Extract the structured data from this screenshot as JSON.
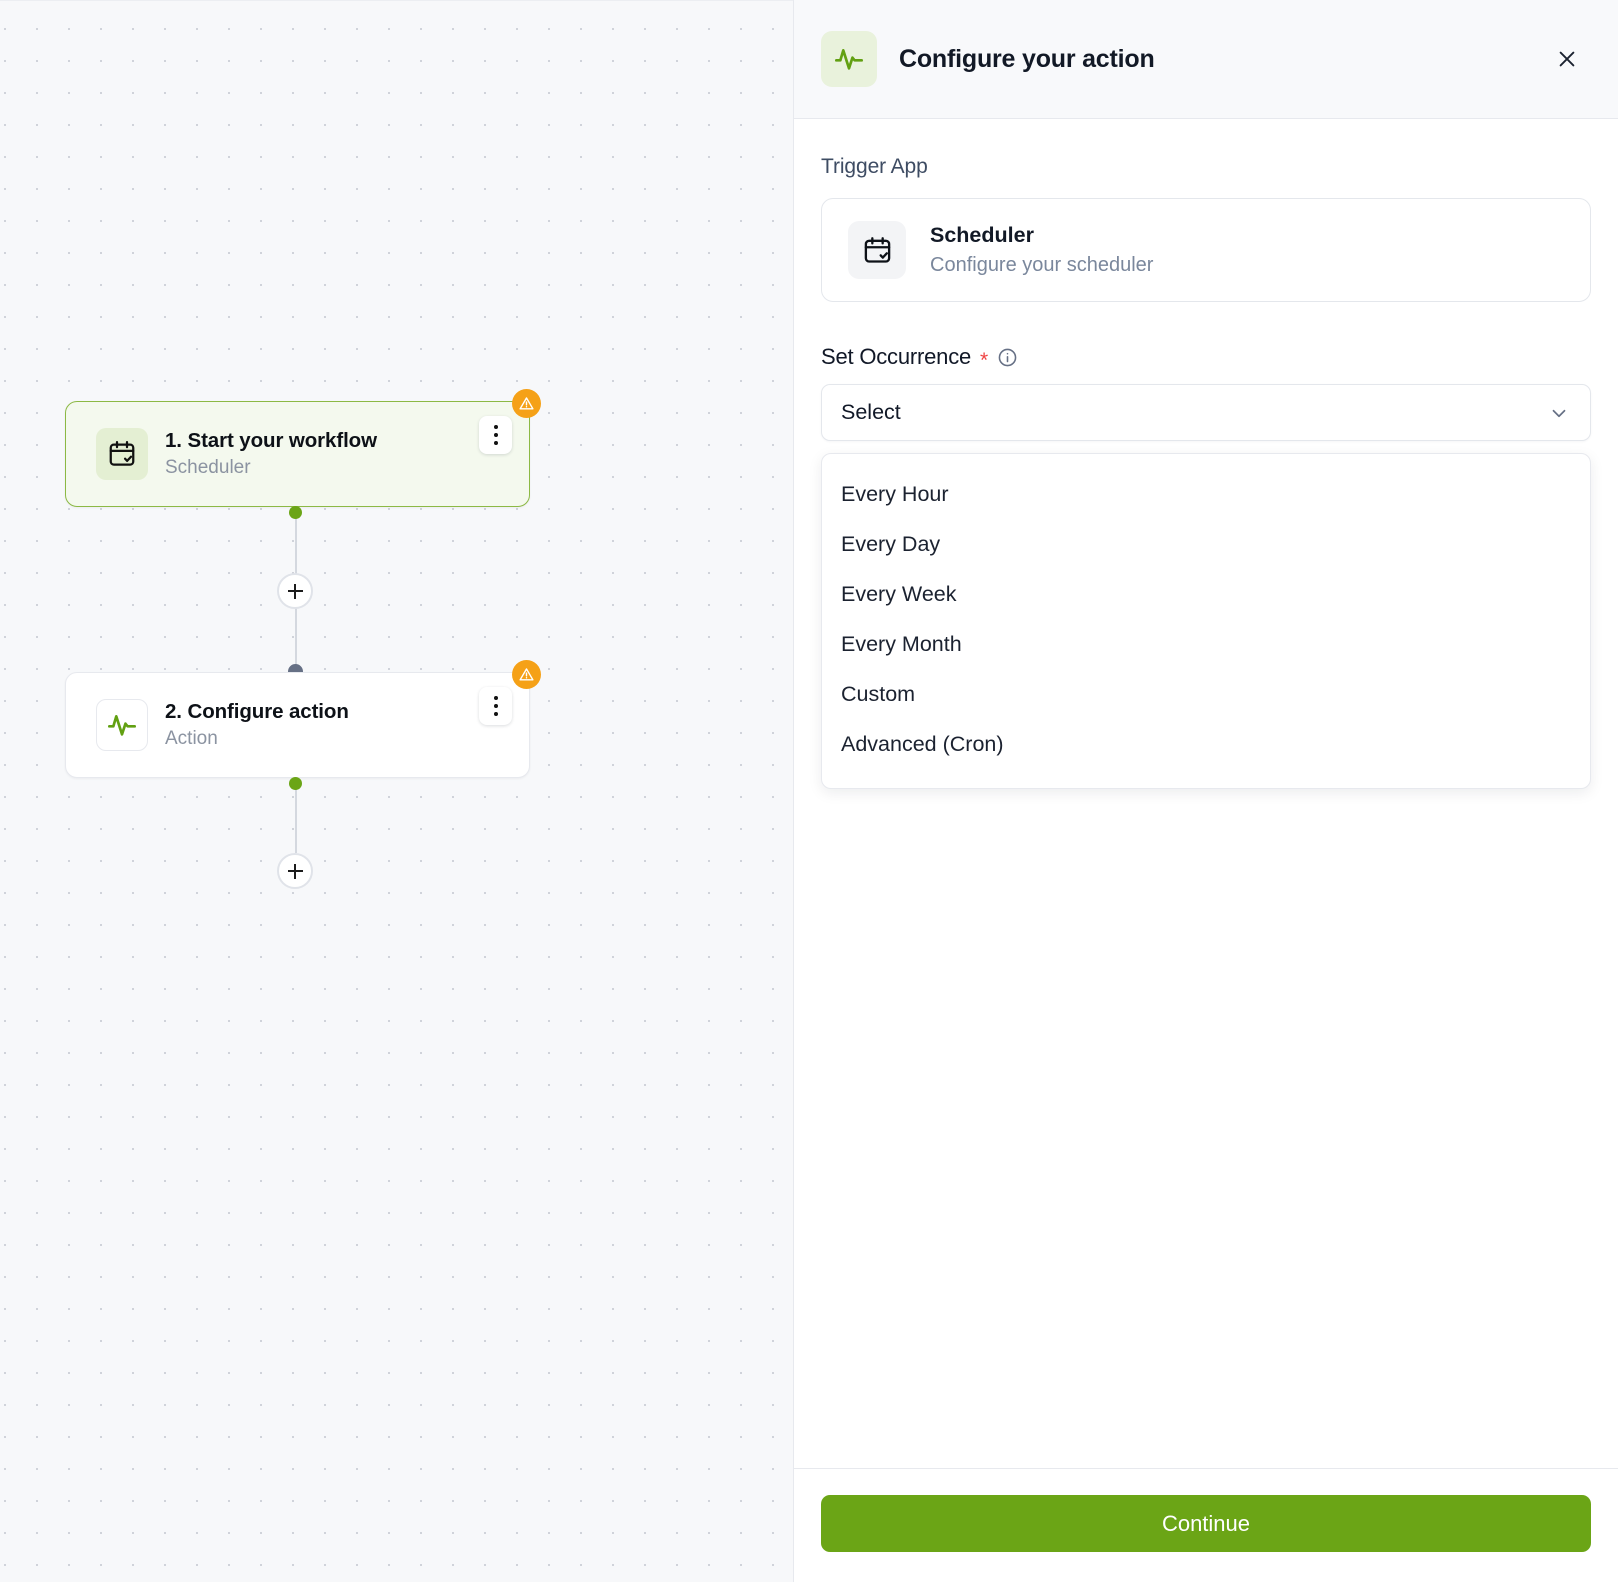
{
  "canvas": {
    "nodes": [
      {
        "title": "1. Start your workflow",
        "subtitle": "Scheduler",
        "icon": "calendar-check-icon",
        "status": "warning"
      },
      {
        "title": "2. Configure action",
        "subtitle": "Action",
        "icon": "activity-pulse-icon",
        "status": "warning"
      }
    ],
    "add_button_label": "+"
  },
  "panel": {
    "header": {
      "title": "Configure your action",
      "icon": "activity-pulse-icon",
      "close_label": "×"
    },
    "trigger_app": {
      "label": "Trigger App",
      "card": {
        "title": "Scheduler",
        "subtitle": "Configure your scheduler",
        "icon": "calendar-check-icon"
      }
    },
    "set_occurrence": {
      "label": "Set Occurrence",
      "required_marker": "*",
      "info_icon": "info-circle-icon",
      "select": {
        "value": "Select",
        "placeholder": "Select",
        "chevron_icon": "chevron-down-icon"
      },
      "options": [
        "Every Hour",
        "Every Day",
        "Every Week",
        "Every Month",
        "Custom",
        "Advanced (Cron)"
      ]
    },
    "footer": {
      "continue_label": "Continue"
    }
  },
  "colors": {
    "accent_green": "#6ba516",
    "warning_orange": "#f5a117",
    "required_red": "#ef4444",
    "canvas_bg": "#f7f8fa"
  }
}
